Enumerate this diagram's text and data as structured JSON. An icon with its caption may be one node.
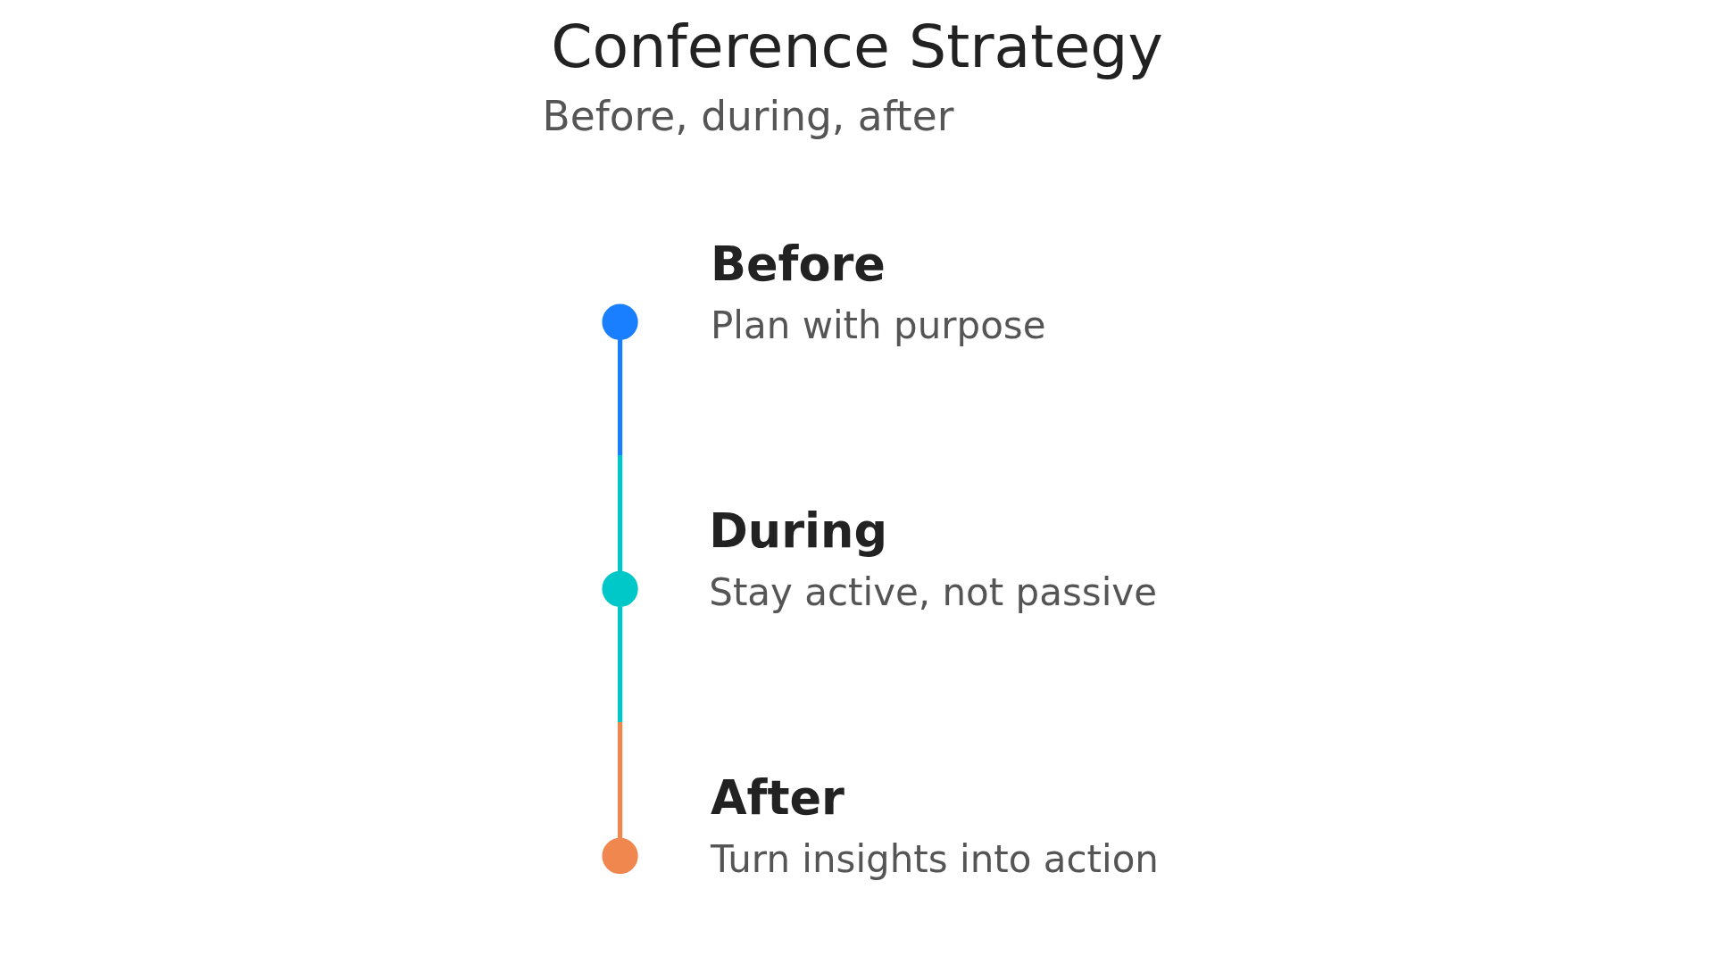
{
  "diagram": {
    "title": "Conference Strategy",
    "nodes": [
      {
        "text": [],
        "shape": "circle",
        "beside": [
          "Before",
          "Plan with purpose"
        ]
      },
      {
        "text": [],
        "shape": "circle",
        "beside": [
          "During",
          "Stay active, not passive"
        ]
      },
      {
        "text": [],
        "shape": "circle",
        "beside": [
          "After",
          "Turn insights into action"
        ]
      }
    ],
    "edges": [
      {
        "from": 0,
        "to": 1,
        "arrow": "none"
      },
      {
        "from": 1,
        "to": 2,
        "arrow": "none",
        "color": "#f0874f"
      }
    ],
    "labels": [
      "Before, during, after"
    ]
  }
}
